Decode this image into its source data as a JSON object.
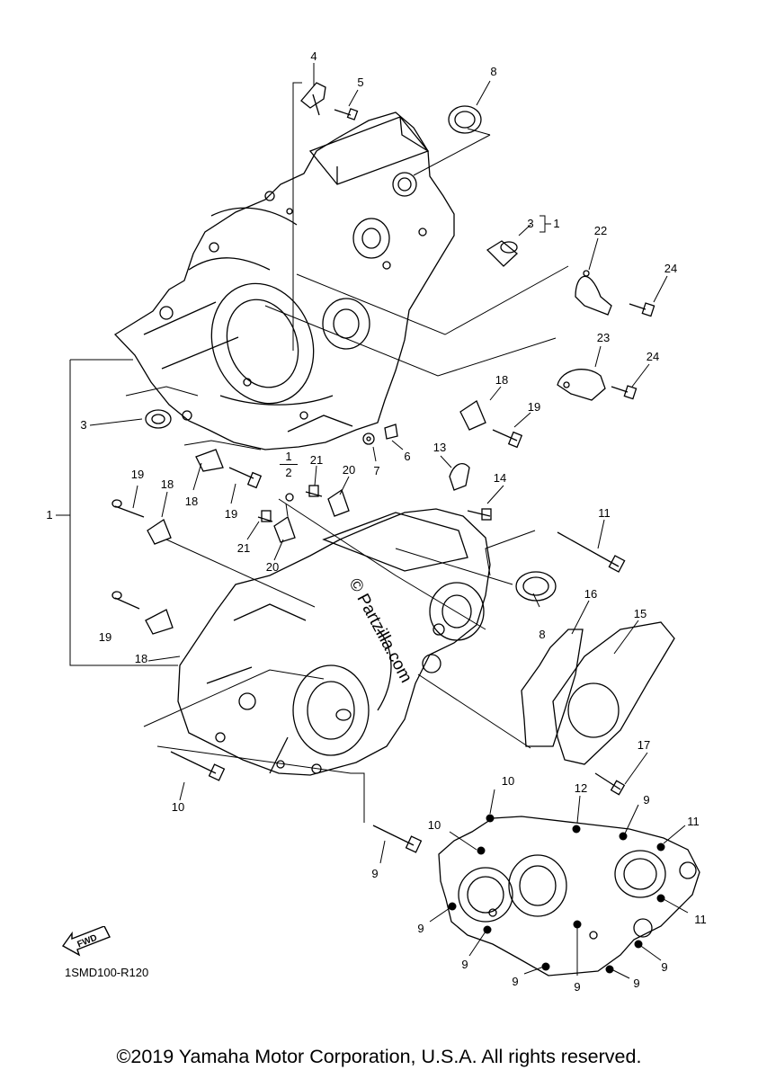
{
  "diagram": {
    "code": "1SMD100-R120",
    "copyright": "©2019 Yamaha Motor Corporation, U.S.A. All rights reserved.",
    "watermark": "© Partzilla.com",
    "fwd_label": "FWD",
    "callouts": {
      "c4": "4",
      "c5": "5",
      "c8a": "8",
      "c3a": "3",
      "c3a_ref": "1",
      "c22": "22",
      "c24a": "24",
      "c23": "23",
      "c24b": "24",
      "c18a": "18",
      "c19a": "19",
      "c3b": "3",
      "c7": "7",
      "c6": "6",
      "c13": "13",
      "c14": "14",
      "c1main": "1",
      "c19b": "19",
      "c18b": "18",
      "c18c": "18",
      "c19c": "19",
      "c12frac_top": "1",
      "c12frac_bot": "2",
      "c21a": "21",
      "c20a": "20",
      "c21b": "21",
      "c20b": "20",
      "c11a": "11",
      "c8b": "8",
      "c16": "16",
      "c15": "15",
      "c19d": "19",
      "c18d": "18",
      "c17": "17",
      "c10a": "10",
      "c10b": "10",
      "c10c": "10",
      "c12": "12",
      "c9a": "9",
      "c11b": "11",
      "c9b": "9",
      "c9c": "9",
      "c9d": "9",
      "c11c": "11",
      "c9e": "9",
      "c9f": "9",
      "c9g": "9",
      "c9h": "9"
    }
  }
}
